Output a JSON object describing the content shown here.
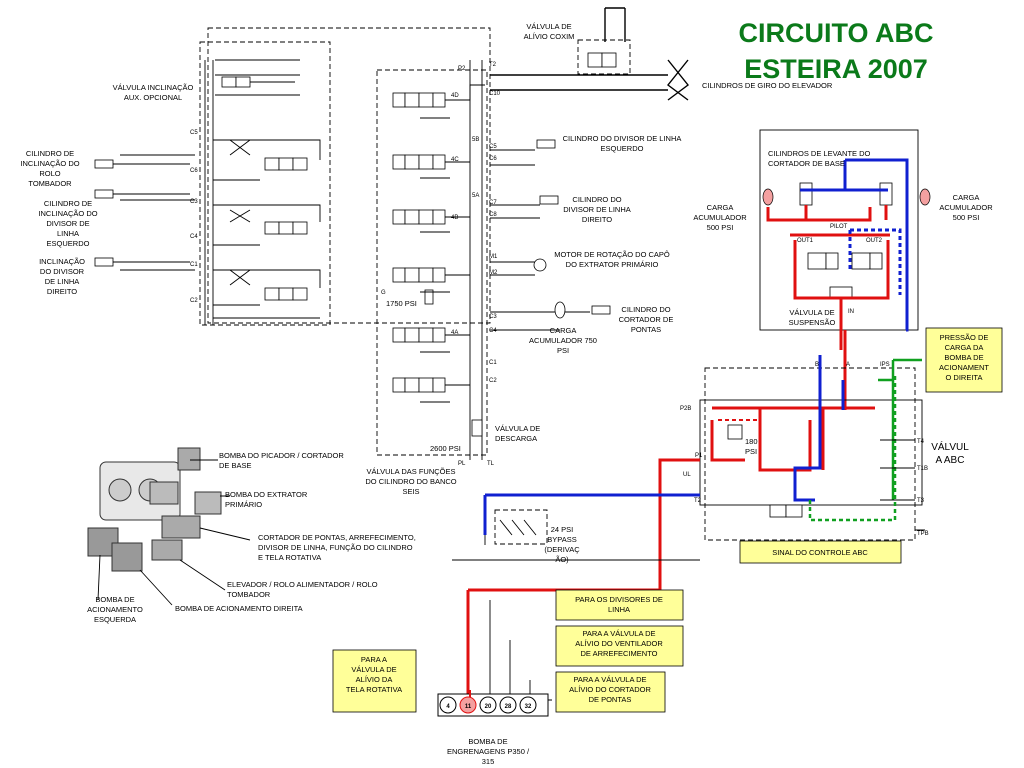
{
  "title": {
    "line1": "CIRCUITO ABC",
    "line2": "ESTEIRA 2007"
  },
  "colors": {
    "title": "#0b7a1a",
    "pressure": "#e01010",
    "return": "#1020d0",
    "signal": "#10a020",
    "note_box": "#ffff99"
  },
  "labels": {
    "valvula_alivio_coxim": [
      "VÁLVULA DE",
      "ALÍVIO COXIM"
    ],
    "cilindros_giro": "CILINDROS DE GIRO DO ELEVADOR",
    "valvula_inclinacao": [
      "VÁLVULA INCLINAÇÃO",
      "AUX. OPCIONAL"
    ],
    "cil_incl_rolo": [
      "CILINDRO DE",
      "INCLINAÇÃO DO",
      "ROLO",
      "TOMBADOR"
    ],
    "cil_incl_divisor_esq": [
      "CILINDRO DE",
      "INCLINAÇÃO DO",
      "DIVISOR DE",
      "LINHA",
      "ESQUERDO"
    ],
    "incl_divisor_dir": [
      "INCLINAÇÃO",
      "DO DIVISOR",
      "DE LINHA",
      "DIREITO"
    ],
    "cil_divisor_esq": [
      "CILINDRO DO DIVISOR DE LINHA",
      "ESQUERDO"
    ],
    "cil_divisor_dir": [
      "CILINDRO DO",
      "DIVISOR DE LINHA",
      "DIREITO"
    ],
    "motor_rotacao": [
      "MOTOR DE ROTAÇÃO DO CAPÔ",
      "DO EXTRATOR PRIMÁRIO"
    ],
    "carga_acum_750": [
      "CARGA",
      "ACUMULADOR 750",
      "PSI"
    ],
    "cil_cortador_pontas": [
      "CILINDRO DO",
      "CORTADOR DE",
      "PONTAS"
    ],
    "valvula_descarga": [
      "VÁLVULA DE",
      "DESCARGA"
    ],
    "valvula_funcoes": [
      "VÁLVULA DAS FUNÇÕES",
      "DO CILINDRO DO BANCO",
      "SEIS"
    ],
    "bypass": [
      "24 PSI",
      "BYPASS",
      "(DERIVAÇ",
      "ÃO)"
    ],
    "cil_levante": [
      "CILINDROS DE LEVANTE DO",
      "CORTADOR DE BASE"
    ],
    "carga_acum_500_l": [
      "CARGA",
      "ACUMULADOR",
      "500 PSI"
    ],
    "carga_acum_500_r": [
      "CARGA",
      "ACUMULADOR",
      "500 PSI"
    ],
    "valvula_suspensao": [
      "VÁLVULA DE",
      "SUSPENSÃO"
    ],
    "valvula_abc": [
      "VÁLVUL",
      "A ABC"
    ],
    "bomba_picador": [
      "BOMBA DO PICADOR / CORTADOR",
      "DE BASE"
    ],
    "bomba_extrator": [
      "BOMBA DO EXTRATOR",
      "PRIMÁRIO"
    ],
    "cortador_pontas_etc": [
      "CORTADOR DE PONTAS, ARREFECIMENTO,",
      "DIVISOR DE LINHA, FUNÇÃO DO CILINDRO",
      "E TELA ROTATIVA"
    ],
    "elevador_rolo": [
      "ELEVADOR / ROLO ALIMENTADOR / ROLO",
      "TOMBADOR"
    ],
    "bomba_acion_esq": [
      "BOMBA DE",
      "ACIONAMENTO",
      "ESQUERDA"
    ],
    "bomba_acion_dir": "BOMBA DE ACIONAMENTO DIREITA",
    "bomba_engrenagens": [
      "BOMBA DE",
      "ENGRENAGENS P350 /",
      "315"
    ],
    "psi_1750": "1750 PSI",
    "psi_2600": "2600 PSI",
    "psi_180": [
      "180",
      "PSI"
    ],
    "pilot": "PILOT",
    "out1": "OUT1",
    "out2": "OUT2",
    "in": "IN"
  },
  "notes": {
    "pressao_bomba": [
      "PRESSÃO DE",
      "CARGA DA",
      "BOMBA DE",
      "ACIONAMENT",
      "O DIREITA"
    ],
    "sinal_abc": "SINAL DO CONTROLE ABC",
    "divisores": [
      "PARA OS DIVISORES DE",
      "LINHA"
    ],
    "ventilador": [
      "PARA A VÁLVULA DE",
      "ALÍVIO DO VENTILADOR",
      "DE ARREFECIMENTO"
    ],
    "tela_rotativa": [
      "PARA A",
      "VÁLVULA DE",
      "ALÍVIO DA",
      "TELA ROTATIVA"
    ],
    "cortador_pontas": [
      "PARA A VÁLVULA DE",
      "ALÍVIO DO CORTADOR",
      "DE PONTAS"
    ]
  },
  "pump_ports": [
    "4",
    "11",
    "20",
    "28",
    "32"
  ],
  "port_labels": {
    "p2": "P2",
    "t2": "T2",
    "c10": "C10",
    "c5": "C5",
    "c6": "C6",
    "c7": "C7",
    "c8": "C8",
    "m1": "M1",
    "m2": "M2",
    "c3": "C3",
    "c4": "C4",
    "c1": "C1",
    "c2": "C2",
    "pl": "PL",
    "tl": "TL",
    "c5l": "C5",
    "c6l": "C6",
    "c4l": "C4",
    "c3l": "C3",
    "c2l": "C2",
    "v4d": "4D",
    "v4c": "4C",
    "v4b": "4B",
    "v4a": "4A",
    "s5b": "5B",
    "s5a": "5A",
    "g": "G",
    "b": "B",
    "a": "A",
    "ips": "IPS",
    "p2b": "P2B",
    "p1": "P1",
    "ul": "UL",
    "t2r": "T2",
    "t4": "T4",
    "t1b": "T1B",
    "t3": "T3",
    "tpb": "TPB"
  }
}
